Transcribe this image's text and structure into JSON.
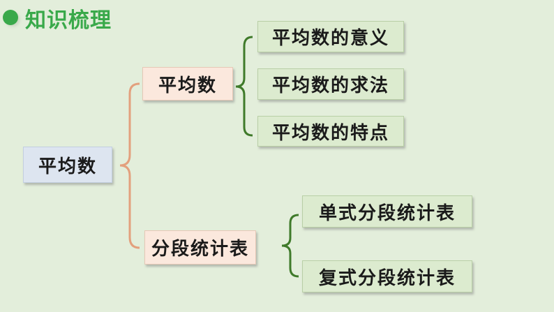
{
  "header": {
    "title": "知识梳理",
    "accent": "#39a94a"
  },
  "root": {
    "label": "平均数"
  },
  "branches": [
    {
      "label": "平均数",
      "children": [
        "平均数的意义",
        "平均数的求法",
        "平均数的特点"
      ]
    },
    {
      "label": "分段统计表",
      "children": [
        "单式分段统计表",
        "复式分段统计表"
      ]
    }
  ],
  "colors": {
    "background": "#e3eedb",
    "bracket_root": "#e3a07d",
    "bracket_branch": "#3f7a2a"
  }
}
